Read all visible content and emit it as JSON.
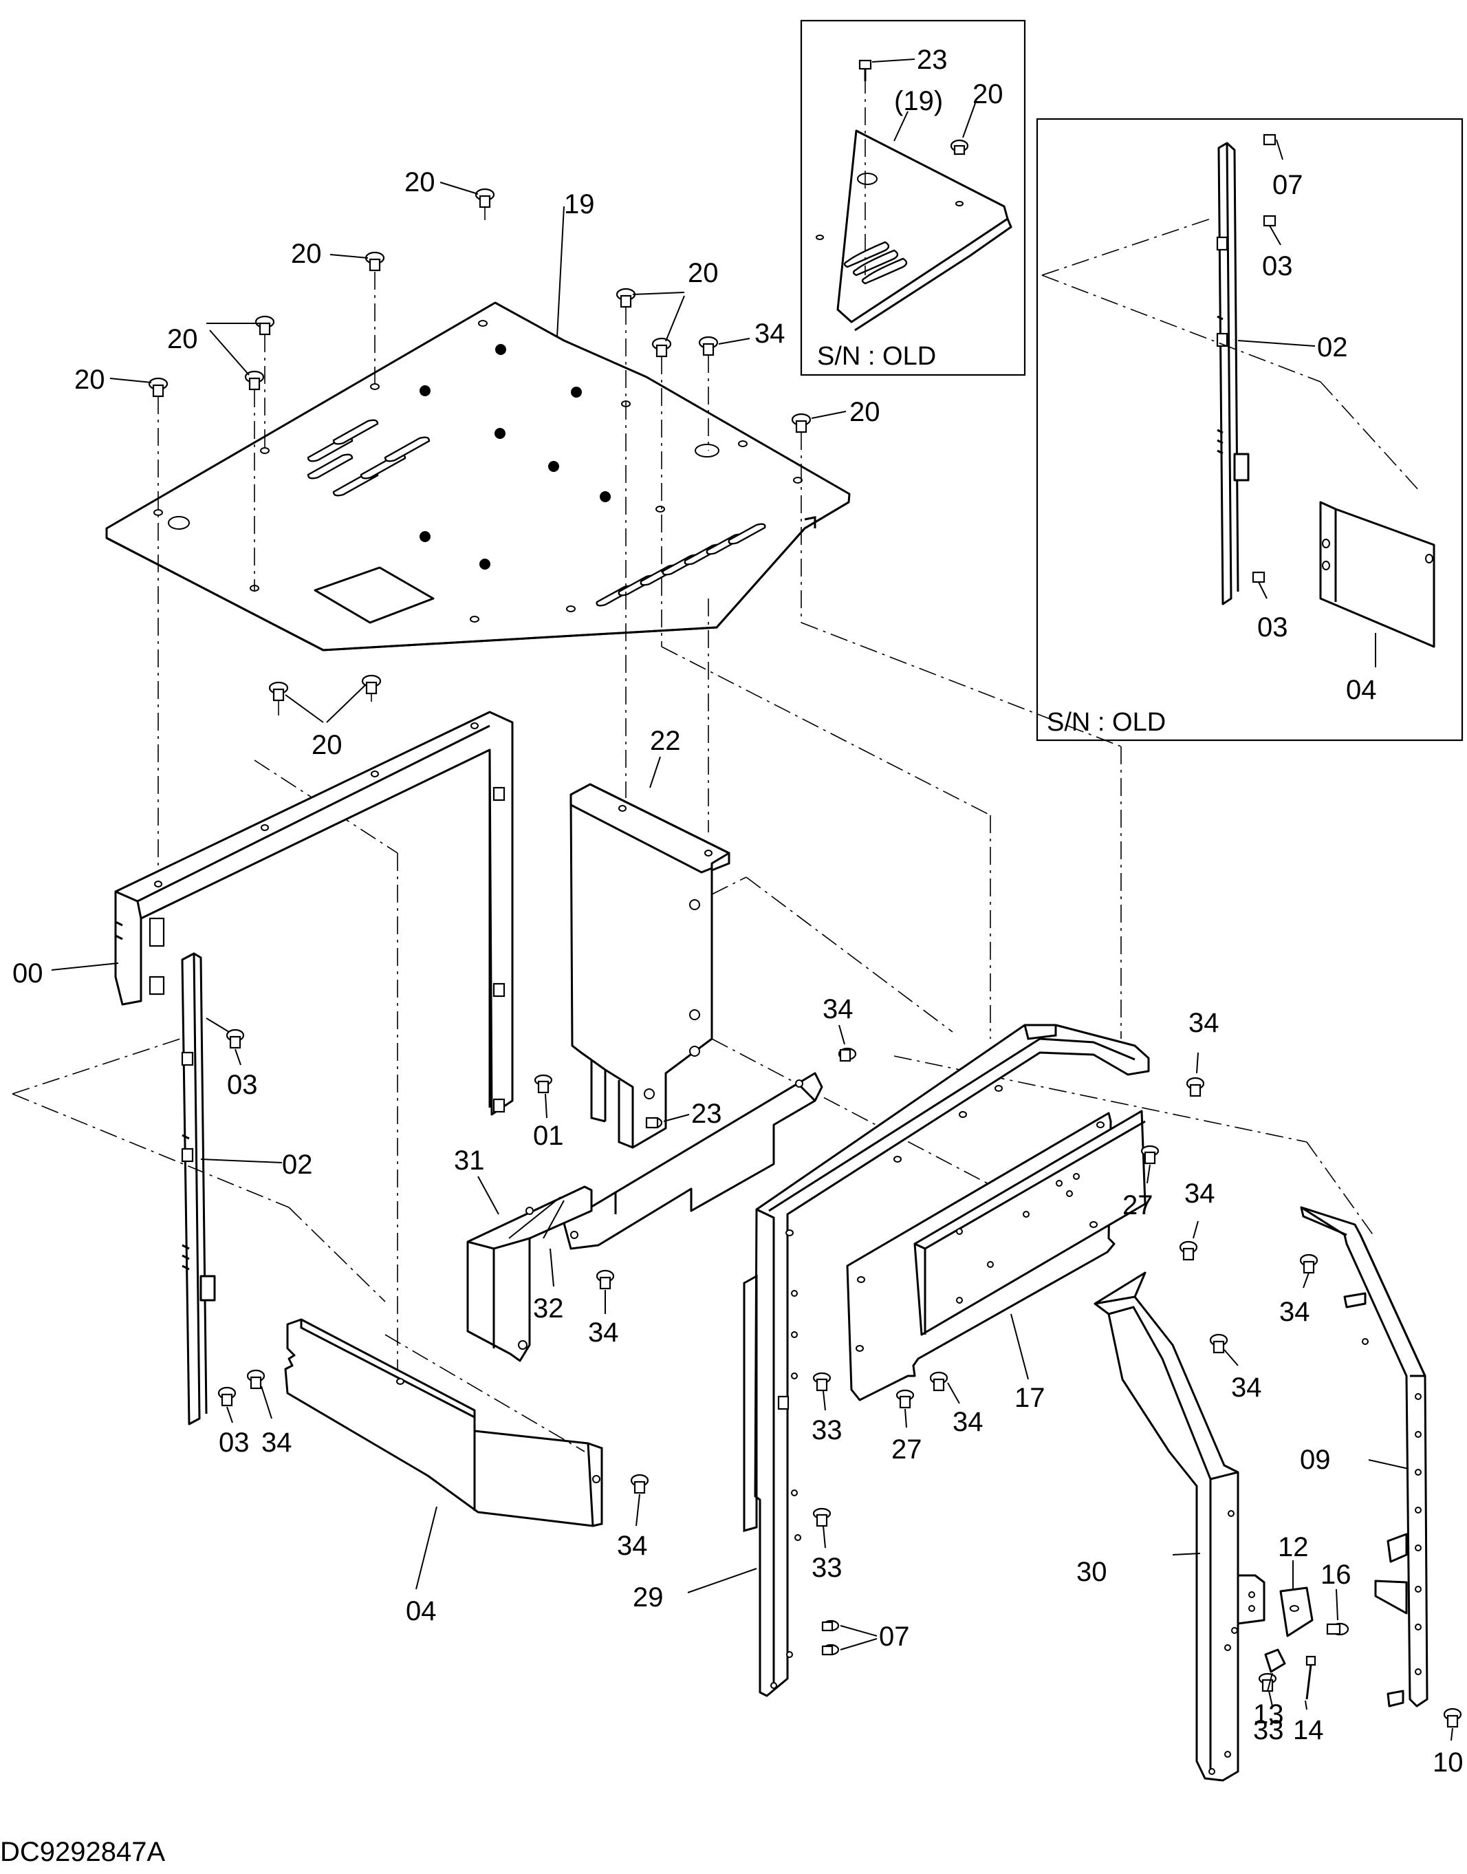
{
  "drawing_id": "DC9292847A",
  "insets": [
    {
      "caption": "S/N : OLD",
      "labels": [
        "23",
        "(19)",
        "20"
      ]
    },
    {
      "caption": "S/N : OLD",
      "labels": [
        "07",
        "03",
        "02",
        "03",
        "04"
      ]
    }
  ],
  "callouts": {
    "c20a": "20",
    "c20b": "20",
    "c20c": "20",
    "c20d": "20",
    "c20e": "20",
    "c20f": "20",
    "c20g": "20",
    "c19": "19",
    "c34a": "34",
    "c22": "22",
    "c00": "00",
    "c03a": "03",
    "c02": "02",
    "c03b": "03",
    "c34b": "34",
    "c04": "04",
    "c01": "01",
    "c23": "23",
    "c31": "31",
    "c32": "32",
    "c34c": "34",
    "c34d": "34",
    "c34e": "34",
    "c27a": "27",
    "c34f": "34",
    "c17": "17",
    "c27b": "27",
    "c34g": "34",
    "c33a": "33",
    "c33b": "33",
    "c29": "29",
    "c07": "07",
    "c34h": "34",
    "c34i": "34",
    "c34j": "34",
    "c09": "09",
    "c30": "30",
    "c12": "12",
    "c16": "16",
    "c13": "13",
    "c14": "14",
    "c10": "10",
    "c33c": "33"
  },
  "inset_labels": {
    "i23": "23",
    "i19": "(19)",
    "i20": "20",
    "i07": "07",
    "i03a": "03",
    "i02": "02",
    "i03b": "03",
    "i04": "04"
  }
}
